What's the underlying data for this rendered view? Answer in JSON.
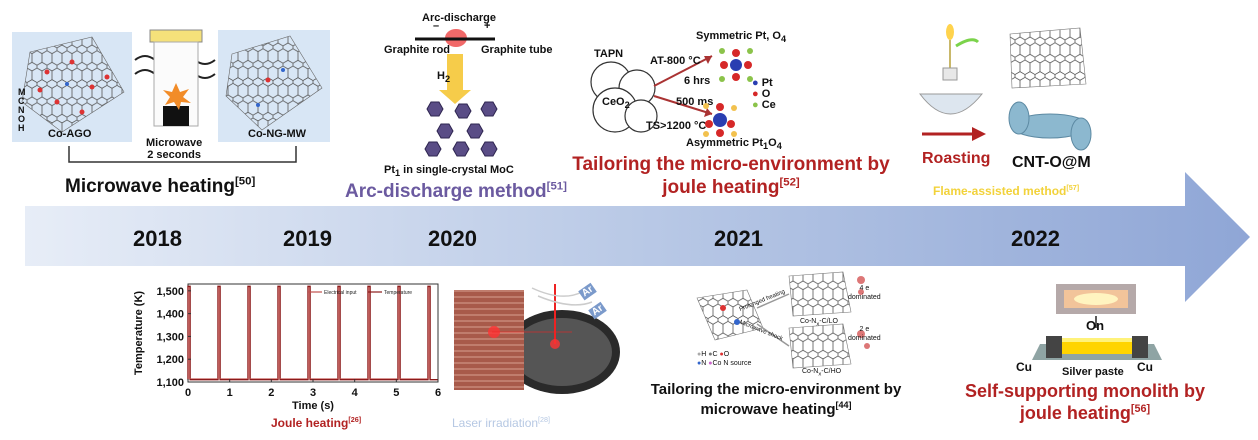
{
  "timeline": {
    "years": [
      "2018",
      "2019",
      "2020",
      "2021",
      "2022"
    ]
  },
  "microwave": {
    "legend": [
      "M",
      "C",
      "N",
      "O",
      "H"
    ],
    "left_label": "Co-AGO",
    "right_label": "Co-NG-MW",
    "device_label": "Microwave\n2 seconds",
    "title": "Microwave heating",
    "ref": "[50]"
  },
  "arc": {
    "top_label": "Arc-discharge",
    "rod_label": "Graphite rod",
    "tube_label": "Graphite tube",
    "minus": "–",
    "plus": "+",
    "gas_label": "H",
    "gas_sub": "2",
    "bottom_label_pre": "Pt",
    "bottom_label_sub": "1",
    "bottom_label_post": " in single-crystal MoC",
    "title": "Arc-discharge method",
    "ref": "[51]"
  },
  "joule2021": {
    "tapn": "TAPN",
    "ceo2": "CeO",
    "ceo2_sub": "2",
    "at_label": "AT-800 °C",
    "hrs_label": "6 hrs",
    "ms_label": "500 ms",
    "ts_label": "TS>1200 °C",
    "sym_pre": "Symmetric Pt, O",
    "sym_sub": "4",
    "asym_pre": "Asymmetric Pt",
    "asym_sub1": "1",
    "asym_mid": "O",
    "asym_sub2": "4",
    "legend": [
      "Pt",
      "O",
      "Ce"
    ],
    "title_line1": "Tailoring the micro-environment by",
    "title_line2": "joule heating",
    "ref": "[52]"
  },
  "flame": {
    "roasting": "Roasting",
    "product": "CNT-O@M",
    "title": "Flame-assisted method",
    "ref": "[57]"
  },
  "joule_chart": {
    "legend_input": "Electrical input",
    "legend_temp": "Temperature",
    "title": "Joule heating",
    "ref": "[26]"
  },
  "laser": {
    "gas1": "Ar",
    "gas2": "Ar",
    "title": "Laser irradiation",
    "ref": "[28]"
  },
  "microwave2021": {
    "label_prolonged": "Prolonged heating",
    "label_microwave": "Microwave shock",
    "label_lo": "Co-N",
    "label_lo_sub": "x",
    "label_lo_post": "-C/LO",
    "label_ho": "Co-N",
    "label_ho_sub": "x",
    "label_ho_post": "-C/HO",
    "four_e": "4 e",
    "two_e": "2 e",
    "dominated": "dominated",
    "legend": [
      "H",
      "C",
      "O",
      "N",
      "Co",
      "N source"
    ],
    "title_line1": "Tailoring the micro-environment by",
    "title_line2": "microwave heating",
    "ref": "[44]"
  },
  "monolith": {
    "on_label": "On",
    "paste_label": "Silver paste",
    "cu_left": "Cu",
    "cu_right": "Cu",
    "title_line1": "Self-supporting monolith by",
    "title_line2": "joule heating",
    "ref": "[56]"
  },
  "chart_data": {
    "type": "line",
    "xlabel": "Time (s)",
    "ylabel": "Temperature (K)",
    "x_ticks": [
      "0",
      "1",
      "2",
      "3",
      "4",
      "5",
      "6"
    ],
    "y_ticks": [
      "1,100",
      "1,200",
      "1,300",
      "1,400",
      "1,500"
    ],
    "xlim": [
      0,
      6
    ],
    "ylim": [
      1100,
      1530
    ],
    "series": [
      {
        "name": "Electrical input",
        "color": "#c0504d"
      },
      {
        "name": "Temperature",
        "color": "#8b1a1a"
      }
    ],
    "pulse_times": [
      0.0,
      0.72,
      1.44,
      2.16,
      2.88,
      3.6,
      4.32,
      5.04,
      5.76
    ],
    "baseline": 1110,
    "peak": 1520
  }
}
